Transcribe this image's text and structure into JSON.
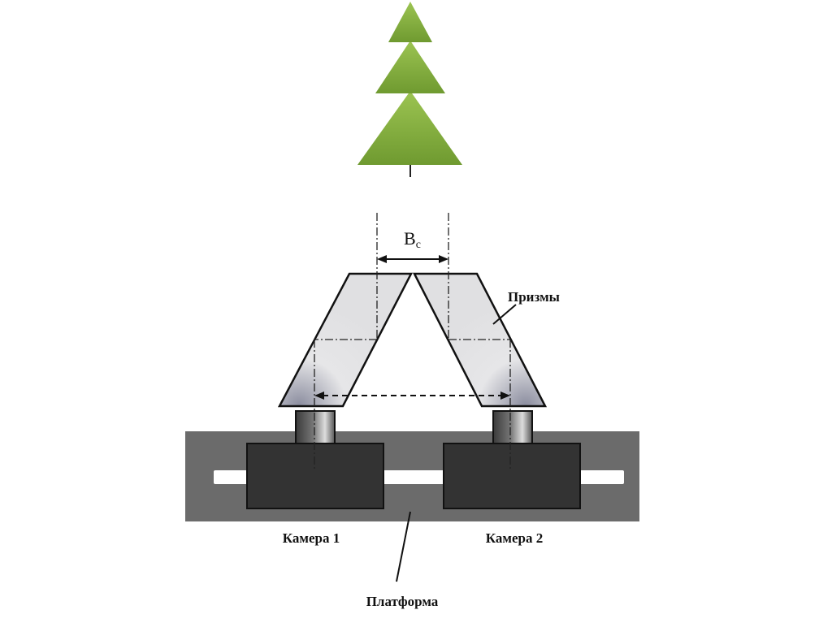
{
  "labels": {
    "base_symbol": "B",
    "base_subscript": "c",
    "prisms": "Призмы",
    "camera1": "Камера 1",
    "camera2": "Камера 2",
    "platform": "Платформа"
  },
  "colors": {
    "tree": "#7ea83a",
    "platform": "#6b6b6b",
    "camera": "#333333",
    "prism": "#e4e4e6"
  }
}
